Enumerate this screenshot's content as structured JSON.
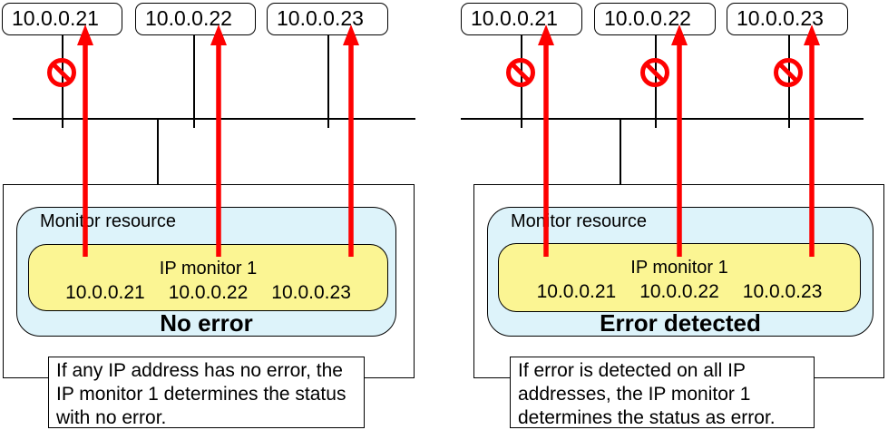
{
  "colors": {
    "arrow_red": "#fe0000",
    "monitor_resource_fill": "#ddf3fa",
    "ip_monitor_fill": "#fbf593",
    "line_black": "#000000"
  },
  "panels": [
    {
      "name": "no-error",
      "ip_boxes": [
        "10.0.0.21",
        "10.0.0.22",
        "10.0.0.23"
      ],
      "monitor_resource_label": "Monitor resource",
      "ip_monitor_label": "IP monitor 1",
      "monitored_ips": [
        "10.0.0.21",
        "10.0.0.22",
        "10.0.0.23"
      ],
      "status": "No error",
      "blocked_ips": [
        "10.0.0.21"
      ],
      "description_lines": [
        "If any IP address has no error, the",
        "IP monitor 1 determines the status",
        "with no error."
      ]
    },
    {
      "name": "error-detected",
      "ip_boxes": [
        "10.0.0.21",
        "10.0.0.22",
        "10.0.0.23"
      ],
      "monitor_resource_label": "Monitor resource",
      "ip_monitor_label": "IP monitor 1",
      "monitored_ips": [
        "10.0.0.21",
        "10.0.0.22",
        "10.0.0.23"
      ],
      "status": "Error detected",
      "blocked_ips": [
        "10.0.0.21",
        "10.0.0.22",
        "10.0.0.23"
      ],
      "description_lines": [
        "If error is detected on all IP",
        "addresses, the IP monitor 1",
        "determines the status as error."
      ]
    }
  ]
}
